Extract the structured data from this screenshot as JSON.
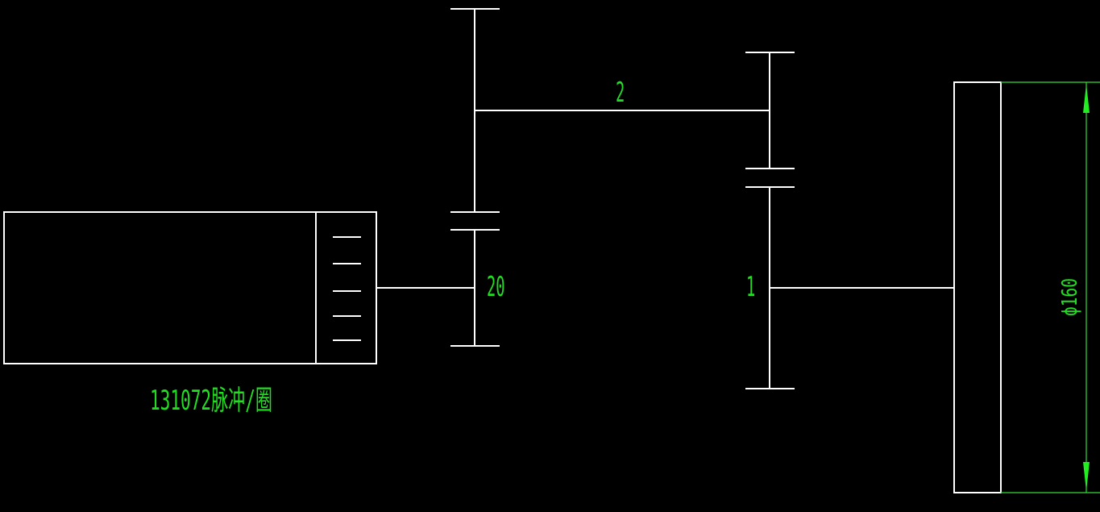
{
  "diagram": {
    "title": "Encoder gear train transmission diagram",
    "encoder": {
      "label": "131072脉冲/圈"
    },
    "gears": {
      "pinion": {
        "teeth_label": "20"
      },
      "intermediate": {
        "ratio_label": "2"
      },
      "output": {
        "ratio_label": "1"
      }
    },
    "wheel": {
      "diameter_label": "ϕ160"
    },
    "colors": {
      "background": "#000000",
      "lines": "#ffffff",
      "annotation": "#22dd22"
    }
  }
}
